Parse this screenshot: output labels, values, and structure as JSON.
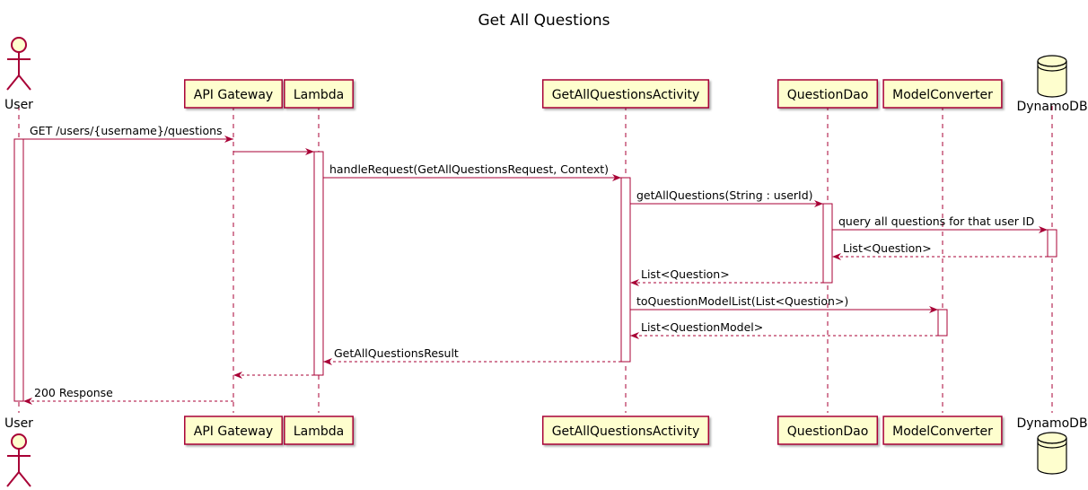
{
  "title": "Get All Questions",
  "colors": {
    "arrow": "#A80036",
    "box_fill": "#FEFECE",
    "box_stroke": "#A80036",
    "lifeline": "#A80036",
    "activation_fill": "#FFFFFF"
  },
  "participants": [
    {
      "id": "user",
      "label": "User",
      "kind": "actor"
    },
    {
      "id": "apigw",
      "label": "API Gateway",
      "kind": "participant"
    },
    {
      "id": "lambda",
      "label": "Lambda",
      "kind": "participant"
    },
    {
      "id": "activity",
      "label": "GetAllQuestionsActivity",
      "kind": "participant"
    },
    {
      "id": "dao",
      "label": "QuestionDao",
      "kind": "participant"
    },
    {
      "id": "converter",
      "label": "ModelConverter",
      "kind": "participant"
    },
    {
      "id": "dynamo",
      "label": "DynamoDB",
      "kind": "database"
    }
  ],
  "messages": [
    {
      "from": "user",
      "to": "apigw",
      "label": "GET /users/{username}/questions",
      "style": "solid"
    },
    {
      "from": "apigw",
      "to": "lambda",
      "label": "",
      "style": "solid"
    },
    {
      "from": "lambda",
      "to": "activity",
      "label": "handleRequest(GetAllQuestionsRequest, Context)",
      "style": "solid"
    },
    {
      "from": "activity",
      "to": "dao",
      "label": "getAllQuestions(String : userId)",
      "style": "solid"
    },
    {
      "from": "dao",
      "to": "dynamo",
      "label": "query all questions for that user ID",
      "style": "solid"
    },
    {
      "from": "dynamo",
      "to": "dao",
      "label": "List<Question>",
      "style": "dashed"
    },
    {
      "from": "dao",
      "to": "activity",
      "label": "List<Question>",
      "style": "dashed"
    },
    {
      "from": "activity",
      "to": "converter",
      "label": "toQuestionModelList(List<Question>)",
      "style": "solid"
    },
    {
      "from": "converter",
      "to": "activity",
      "label": "List<QuestionModel>",
      "style": "dashed"
    },
    {
      "from": "activity",
      "to": "lambda",
      "label": "GetAllQuestionsResult",
      "style": "dashed"
    },
    {
      "from": "lambda",
      "to": "apigw",
      "label": "",
      "style": "dashed"
    },
    {
      "from": "apigw",
      "to": "user",
      "label": "200 Response",
      "style": "dashed"
    }
  ],
  "activations": [
    {
      "participant": "user",
      "from_message": 0,
      "to_message": 11
    },
    {
      "participant": "lambda",
      "from_message": 1,
      "to_message": 10
    },
    {
      "participant": "activity",
      "from_message": 2,
      "to_message": 9
    },
    {
      "participant": "dao",
      "from_message": 3,
      "to_message": 6
    },
    {
      "participant": "dynamo",
      "from_message": 4,
      "to_message": 5
    },
    {
      "participant": "converter",
      "from_message": 7,
      "to_message": 8
    }
  ]
}
